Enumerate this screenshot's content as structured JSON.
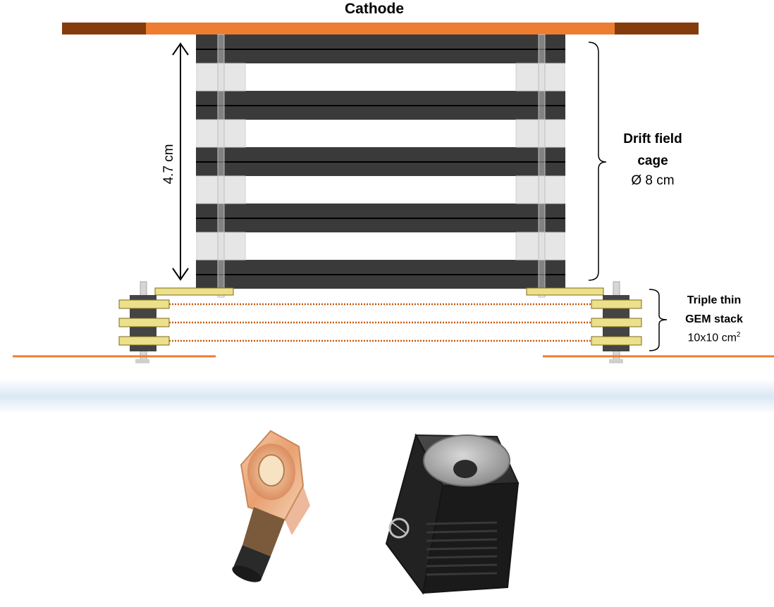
{
  "labels": {
    "cathode": "Cathode",
    "drift_line1": "Drift field",
    "drift_line2": "cage",
    "drift_diameter": "Ø 8 cm",
    "height": "4.7 cm",
    "gem_line1": "Triple thin",
    "gem_line2": "GEM stack",
    "gem_size_base": "10x10 cm",
    "gem_size_exp": "2"
  },
  "icons": [
    "pmt-icon",
    "scmos-camera-icon"
  ],
  "colors": {
    "cathode_center": "#ed7d31",
    "cathode_edge": "#843c0c",
    "ring": "#3a3a3a",
    "spacer": "#e6e6e6",
    "gem_frame": "#ede08a",
    "gem_foil": "#c55a11",
    "anode": "#ed7d31"
  }
}
